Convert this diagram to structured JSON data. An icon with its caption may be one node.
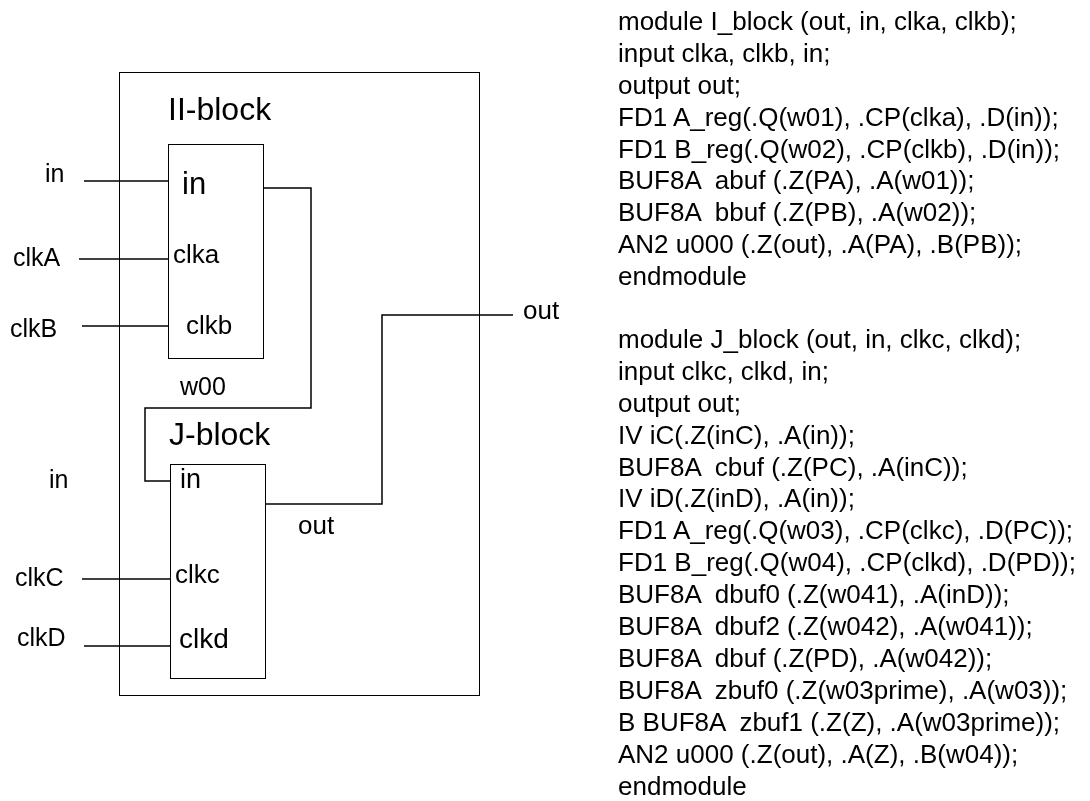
{
  "diagram": {
    "nodes": [
      {
        "text": [],
        "shape": "box"
      },
      {
        "text": [
          "II-block",
          "in",
          "clka",
          "clkb"
        ],
        "in": 0
      },
      {
        "text": [
          "J-block",
          "in",
          "clkc",
          "clkd"
        ],
        "in": 0
      },
      {
        "text": [
          "in"
        ]
      },
      {
        "text": [
          "clkA"
        ]
      },
      {
        "text": [
          "clkB"
        ]
      },
      {
        "text": [
          "clkC"
        ]
      },
      {
        "text": [
          "clkD"
        ]
      },
      {
        "text": [
          "out"
        ]
      }
    ],
    "edges": [
      {
        "from": 3,
        "to": 1,
        "arrow": "none"
      },
      {
        "from": 4,
        "to": 1,
        "arrow": "none"
      },
      {
        "from": 5,
        "to": 1,
        "arrow": "none"
      },
      {
        "from": 1,
        "to": 2,
        "arrow": "none",
        "label": "w00"
      },
      {
        "from": 6,
        "to": 2,
        "arrow": "none"
      },
      {
        "from": 7,
        "to": 2,
        "arrow": "none"
      },
      {
        "from": 2,
        "to": 8,
        "arrow": "none",
        "label": "out"
      }
    ],
    "labels": [
      "in",
      "module I_block (out, in, clka, clkb);",
      "input clka, clkb, in;",
      "output out;",
      "FD1 A_reg(.Q(w01), .CP(clka), .D(in));",
      "FD1 B_reg(.Q(w02), .CP(clkb), .D(in));",
      "BUF8A  abuf (.Z(PA), .A(w01));",
      "BUF8A  bbuf (.Z(PB), .A(w02));",
      "AN2 u000 (.Z(out), .A(PA), .B(PB));",
      "endmodule",
      "module J_block (out, in, clkc, clkd);",
      "input clkc, clkd, in;",
      "output out;",
      "IV iC(.Z(inC), .A(in));",
      "BUF8A  cbuf (.Z(PC), .A(inC));",
      "IV iD(.Z(inD), .A(in));",
      "FD1 A_reg(.Q(w03), .CP(clkc), .D(PC));",
      "FD1 B_reg(.Q(w04), .CP(clkd), .D(PD));",
      "BUF8A  dbuf0 (.Z(w041), .A(inD));",
      "BUF8A  dbuf2 (.Z(w042), .A(w041));",
      "BUF8A  dbuf (.Z(PD), .A(w042));",
      "BUF8A  zbuf0 (.Z(w03prime), .A(w03));",
      "B BUF8A  zbuf1 (.Z(Z), .A(w03prime));",
      "AN2 u000 (.Z(out), .A(Z), .B(w04));",
      "endmodule"
    ]
  }
}
